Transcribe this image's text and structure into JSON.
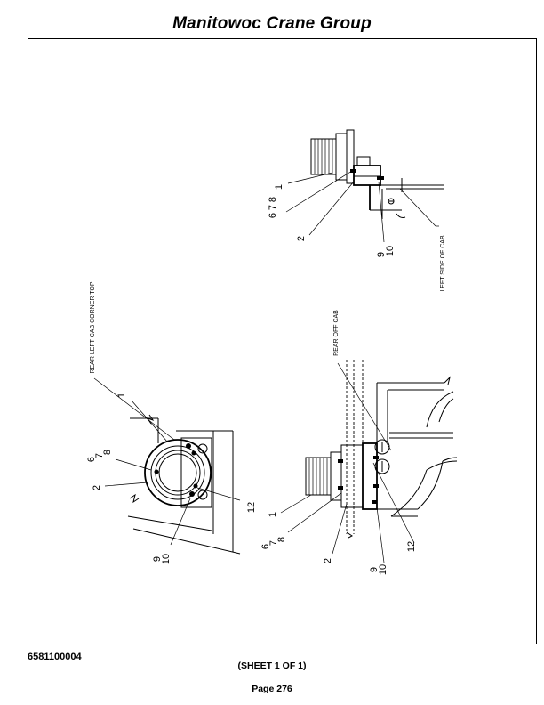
{
  "header": {
    "title": "Manitowoc Crane Group"
  },
  "footer": {
    "doc_number": "6581100004",
    "sheet": "(SHEET 1 OF 1)",
    "page": "Page 276"
  },
  "callouts": {
    "c1": "1",
    "c2": "2",
    "c6": "6",
    "c7": "7",
    "c8": "8",
    "c9": "9",
    "c10": "10",
    "c12": "12"
  },
  "labels": {
    "rear_left_cab_corner_top": "REAR LEFT CAB CORNER TOP",
    "rear_off_cab": "REAR OFF CAB",
    "left_side_of_cab": "LEFT SIDE OF CAB"
  }
}
